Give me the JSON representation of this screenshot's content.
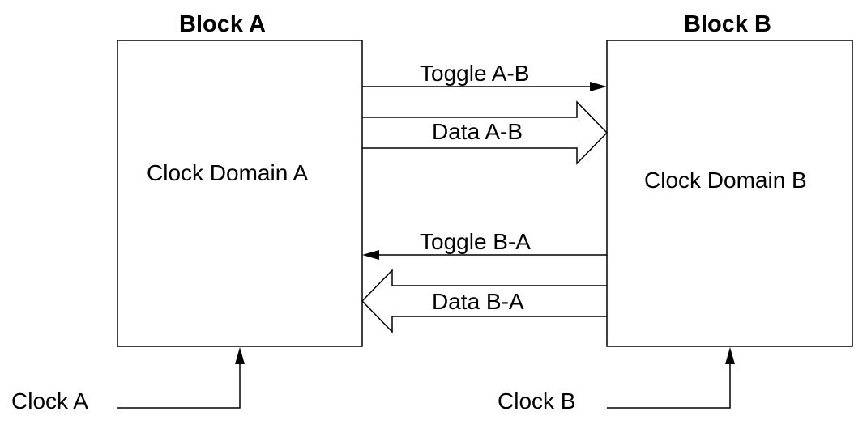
{
  "blocks": {
    "a": {
      "title": "Block A",
      "domain": "Clock Domain A"
    },
    "b": {
      "title": "Block B",
      "domain": "Clock Domain B"
    }
  },
  "signals": {
    "toggle_ab": "Toggle A-B",
    "data_ab": "Data A-B",
    "toggle_ba": "Toggle B-A",
    "data_ba": "Data B-A"
  },
  "clocks": {
    "a": "Clock A",
    "b": "Clock B"
  },
  "colors": {
    "stroke": "#000000",
    "background": "#ffffff"
  }
}
